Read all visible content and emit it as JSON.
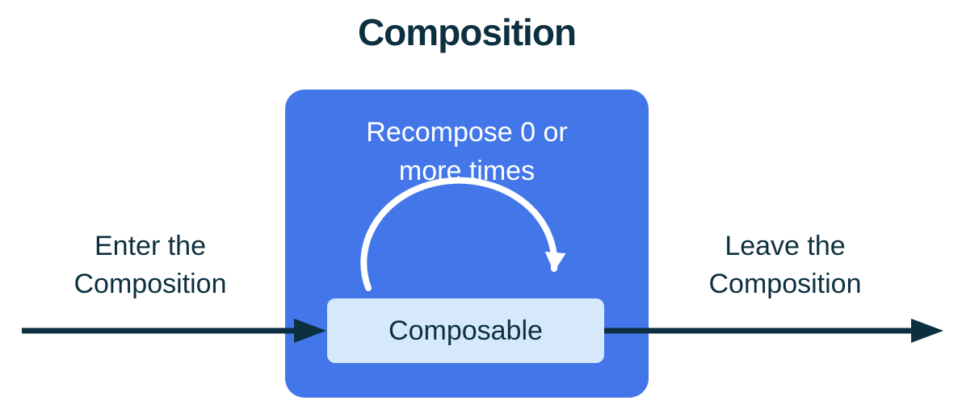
{
  "title": "Composition",
  "diagram": {
    "composition_box": {
      "recompose_label": "Recompose 0 or\nmore times",
      "composable_label": "Composable"
    },
    "enter_label": "Enter the\nComposition",
    "leave_label": "Leave the\nComposition"
  },
  "colors": {
    "composition_box_blue": "#4377E9",
    "composable_box_light_blue": "#D6E9FB",
    "text_navy": "#0D3040",
    "arrow_navy": "#0D3040",
    "inner_text_white": "#FFFFFF",
    "background": "#FFFFFF"
  }
}
